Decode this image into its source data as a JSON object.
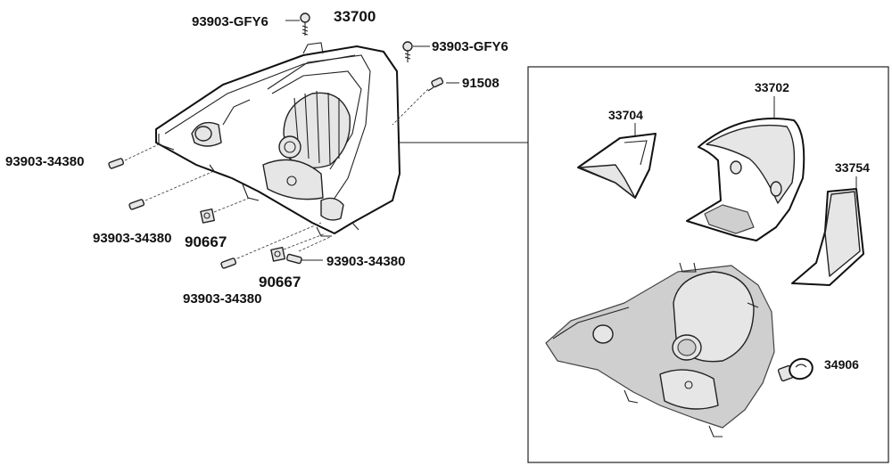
{
  "labels": {
    "housing": "33700",
    "screw_top_a": "93903-GFY6",
    "screw_top_b": "93903-GFY6",
    "screw_right": "91508",
    "screw_left": "93903-34380",
    "screw_mid_left": "93903-34380",
    "nut_a": "90667",
    "nut_b": "90667",
    "screw_bottom_right": "93903-34380",
    "screw_bottom": "93903-34380",
    "part_33704": "33704",
    "part_33702": "33702",
    "part_33754": "33754",
    "bulb": "34906"
  }
}
